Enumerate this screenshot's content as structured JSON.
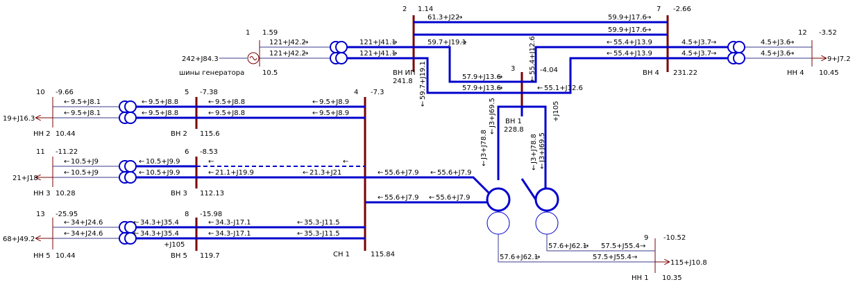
{
  "colors": {
    "line_active": "#0000cc",
    "line_thin": "#3a3a8c",
    "bus": "#7a0000",
    "text": "#000000",
    "load": "#7a0000"
  },
  "nodes": [
    {
      "num": "1",
      "voltage_top": "1.59",
      "voltage_bottom": "10.5",
      "name": "шины генератора"
    },
    {
      "num": "2",
      "voltage_top": "1.14",
      "voltage_bottom": "241.8",
      "name": "ВН ИП"
    },
    {
      "num": "3",
      "voltage_top": "-4.04",
      "voltage_bottom": "228.8",
      "name": "ВН 1"
    },
    {
      "num": "4",
      "voltage_top": "-7.3",
      "voltage_bottom": "115.84",
      "name": "СН 1"
    },
    {
      "num": "5",
      "voltage_top": "-7.38",
      "voltage_bottom": "115.6",
      "name": "ВН 2"
    },
    {
      "num": "6",
      "voltage_top": "-8.53",
      "voltage_bottom": "112.13",
      "name": "ВН 3"
    },
    {
      "num": "7",
      "voltage_top": "-2.66",
      "voltage_bottom": "231.22",
      "name": "ВН 4"
    },
    {
      "num": "8",
      "voltage_top": "-15.98",
      "voltage_bottom": "119.7",
      "name": "ВН 5"
    },
    {
      "num": "9",
      "voltage_top": "-10.52",
      "voltage_bottom": "10.35",
      "name": "НН 1"
    },
    {
      "num": "10",
      "voltage_top": "-9.66",
      "voltage_bottom": "10.44",
      "name": "НН 2"
    },
    {
      "num": "11",
      "voltage_top": "-11.22",
      "voltage_bottom": "10.28",
      "name": "НН 3"
    },
    {
      "num": "12",
      "voltage_top": "-3.52",
      "voltage_bottom": "10.45",
      "name": "НН 4"
    },
    {
      "num": "13",
      "voltage_top": "-25.95",
      "voltage_bottom": "10.44",
      "name": "НН 5"
    }
  ],
  "generator": {
    "power": "242+J84.3"
  },
  "loads": [
    {
      "node": "10",
      "value": "19+J16.3"
    },
    {
      "node": "11",
      "value": "21+J18"
    },
    {
      "node": "13",
      "value": "68+J49.2"
    },
    {
      "node": "12",
      "value": "9+J7.2"
    },
    {
      "node": "9",
      "value": "115+J10.8"
    }
  ],
  "shunt_labels": [
    {
      "node": "8",
      "value": "+J105"
    },
    {
      "node": "3",
      "value": "+J105"
    }
  ],
  "flows": [
    {
      "branch": "1-T-a",
      "value": "121+J42.2"
    },
    {
      "branch": "1-T-b",
      "value": "121+J42.2"
    },
    {
      "branch": "T-2-a",
      "value": "121+J41.1"
    },
    {
      "branch": "T-2-b",
      "value": "121+J41.1"
    },
    {
      "branch": "2-7-a-start",
      "value": "61.3+J22"
    },
    {
      "branch": "2-7-a-end",
      "value": "59.9+J17.6"
    },
    {
      "branch": "2-7-b-end",
      "value": "59.9+J17.6"
    },
    {
      "branch": "2-3-a-start",
      "value": "59.7+J19.1"
    },
    {
      "branch": "2-3-b-vert",
      "value": "59.7+J19.1"
    },
    {
      "branch": "2-3-a-end",
      "value": "57.9+J13.6"
    },
    {
      "branch": "2-3-b-end",
      "value": "57.9+J13.6"
    },
    {
      "branch": "7-3-a-vert",
      "value": "55.4+J12.6"
    },
    {
      "branch": "7-3-a",
      "value": "55.4+J13.9"
    },
    {
      "branch": "7-3-b",
      "value": "55.4+J13.9"
    },
    {
      "branch": "3-7-b-end",
      "value": "55.1+J12.6"
    },
    {
      "branch": "7-T4-a",
      "value": "4.5+J3.7"
    },
    {
      "branch": "7-T4-b",
      "value": "4.5+J3.7"
    },
    {
      "branch": "T4-12-a",
      "value": "4.5+J3.6"
    },
    {
      "branch": "T4-12-b",
      "value": "4.5+J3.6"
    },
    {
      "branch": "4-5-a-start",
      "value": "9.5+J8.9"
    },
    {
      "branch": "4-5-b-start",
      "value": "9.5+J8.9"
    },
    {
      "branch": "4-5-a-end",
      "value": "9.5+J8.8"
    },
    {
      "branch": "4-5-b-end",
      "value": "9.5+J8.8"
    },
    {
      "branch": "5-T-a",
      "value": "9.5+J8.8"
    },
    {
      "branch": "5-T-b",
      "value": "9.5+J8.8"
    },
    {
      "branch": "T-10-a",
      "value": "9.5+J8.1"
    },
    {
      "branch": "T-10-b",
      "value": "9.5+J8.1"
    },
    {
      "branch": "4-6-b-start",
      "value": "21.3+J21"
    },
    {
      "branch": "4-6-b-end",
      "value": "21.1+J19.9"
    },
    {
      "branch": "6-T-a",
      "value": "10.5+J9.9"
    },
    {
      "branch": "6-T-b",
      "value": "10.5+J9.9"
    },
    {
      "branch": "T-11-a",
      "value": "10.5+J9"
    },
    {
      "branch": "T-11-b",
      "value": "10.5+J9"
    },
    {
      "branch": "AT-4-a-left",
      "value": "55.6+J7.9"
    },
    {
      "branch": "AT-4-a-right",
      "value": "55.6+J7.9"
    },
    {
      "branch": "AT-4-b-left",
      "value": "55.6+J7.9"
    },
    {
      "branch": "AT-4-b-right",
      "value": "55.6+J7.9"
    },
    {
      "branch": "3-AT-a-78",
      "value": "J3+J78.8"
    },
    {
      "branch": "3-AT-a-69",
      "value": "J3+J69.5"
    },
    {
      "branch": "3-AT-b-78",
      "value": "J3+J78.8"
    },
    {
      "branch": "3-AT-b-69",
      "value": "J3+J69.5"
    },
    {
      "branch": "4-8-a-start",
      "value": "35.3-J11.5"
    },
    {
      "branch": "4-8-b-start",
      "value": "35.3-J11.5"
    },
    {
      "branch": "4-8-a-end",
      "value": "34.3-J17.1"
    },
    {
      "branch": "4-8-b-end",
      "value": "34.3-J17.1"
    },
    {
      "branch": "8-T-a",
      "value": "34.3+J35.4"
    },
    {
      "branch": "8-T-b",
      "value": "34.3+J35.4"
    },
    {
      "branch": "T-13-a",
      "value": "34+J24.6"
    },
    {
      "branch": "T-13-b",
      "value": "34+J24.6"
    },
    {
      "branch": "AT-9-a-start",
      "value": "57.6+J62.1"
    },
    {
      "branch": "AT-9-b-start",
      "value": "57.6+J62.1"
    },
    {
      "branch": "AT-9-a-end",
      "value": "57.5+J55.4"
    },
    {
      "branch": "AT-9-b-end",
      "value": "57.5+J55.4"
    }
  ]
}
